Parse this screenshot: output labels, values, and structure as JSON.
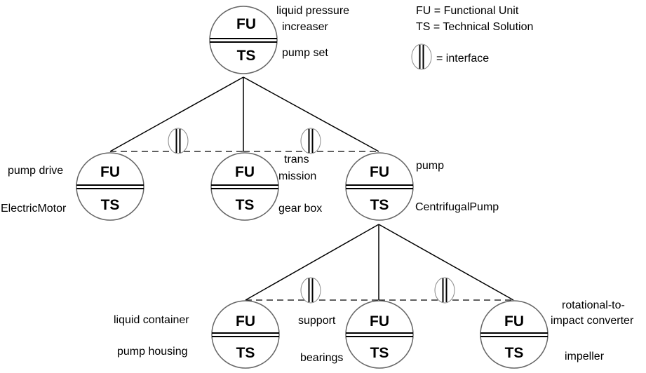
{
  "legend": {
    "fu_def": "FU = Functional Unit",
    "ts_def": "TS = Technical Solution",
    "interface_def": "= interface"
  },
  "node_labels": {
    "top": "FU",
    "bottom": "TS"
  },
  "nodes": {
    "root": {
      "function": [
        "liquid pressure",
        "increaser"
      ],
      "solution": [
        "pump set"
      ]
    },
    "drive": {
      "function": [
        "pump drive"
      ],
      "solution": [
        "ElectricMotor"
      ]
    },
    "trans": {
      "function": [
        "trans",
        "mission"
      ],
      "solution": [
        "gear box"
      ]
    },
    "pump": {
      "function": [
        "pump"
      ],
      "solution": [
        "CentrifugalPump"
      ]
    },
    "container": {
      "function": [
        "liquid container"
      ],
      "solution": [
        "pump housing"
      ]
    },
    "support": {
      "function": [
        "support"
      ],
      "solution": [
        "bearings"
      ]
    },
    "converter": {
      "function": [
        "rotational-to-",
        "impact converter"
      ],
      "solution": [
        "impeller"
      ]
    }
  }
}
